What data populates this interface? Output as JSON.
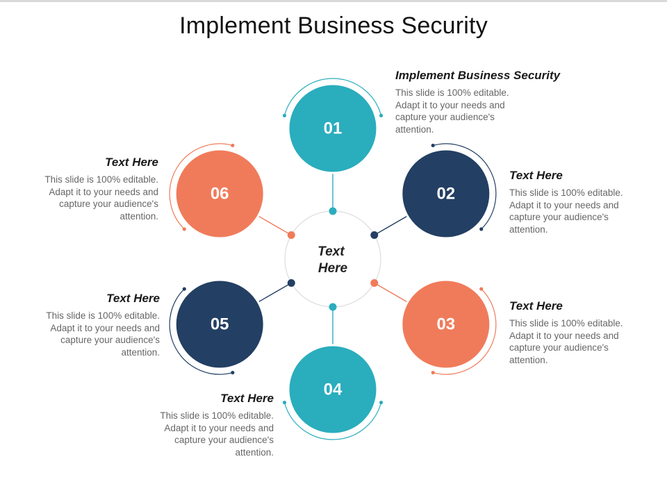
{
  "title": "Implement Business Security",
  "colors": {
    "teal": "#2aadbd",
    "navy": "#233f63",
    "coral": "#f07b5a",
    "ring": "#dddddd"
  },
  "center": {
    "line1": "Text",
    "line2": "Here"
  },
  "steps": [
    {
      "number": "01",
      "color": "teal"
    },
    {
      "number": "02",
      "color": "navy"
    },
    {
      "number": "03",
      "color": "coral"
    },
    {
      "number": "04",
      "color": "teal"
    },
    {
      "number": "05",
      "color": "navy"
    },
    {
      "number": "06",
      "color": "coral"
    }
  ],
  "callouts": [
    {
      "heading": "Implement Business Security",
      "body": "This slide is 100% editable. Adapt it to your needs and capture your audience's attention."
    },
    {
      "heading": "Text Here",
      "body": "This slide is 100% editable. Adapt it to your needs and capture your audience's attention."
    },
    {
      "heading": "Text Here",
      "body": "This slide is 100% editable. Adapt it to your needs and capture your audience's attention."
    },
    {
      "heading": "Text Here",
      "body": "This slide is 100% editable. Adapt it to your needs and capture your audience's attention."
    },
    {
      "heading": "Text Here",
      "body": "This slide is 100% editable. Adapt it to your needs and capture your audience's attention."
    },
    {
      "heading": "Text Here",
      "body": "This slide is 100% editable. Adapt it to your needs and capture your audience's attention."
    }
  ]
}
